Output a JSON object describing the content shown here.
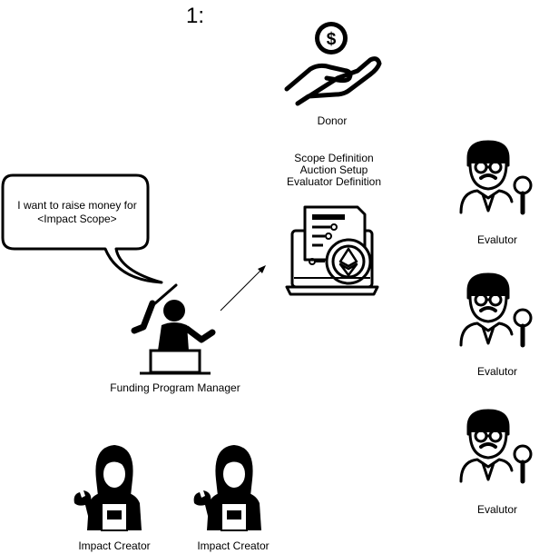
{
  "step_label": "1:",
  "donor": {
    "label": "Donor"
  },
  "smart_contract": {
    "lines": [
      "Scope Definition",
      "Auction Setup",
      "Evaluator Definition"
    ]
  },
  "speech_bubble": {
    "lines": [
      "I want to raise money for",
      "<Impact Scope>"
    ]
  },
  "manager": {
    "label": "Funding Program Manager"
  },
  "evaluators": [
    {
      "label": "Evalutor"
    },
    {
      "label": "Evalutor"
    },
    {
      "label": "Evalutor"
    }
  ],
  "impact_creators": [
    {
      "label": "Impact Creator"
    },
    {
      "label": "Impact Creator"
    }
  ],
  "icons": {
    "donor": "hand-holding-dollar-icon",
    "contract": "ethereum-contract-laptop-icon",
    "manager": "speaker-at-podium-icon",
    "evaluator": "evaluator-with-magnifier-icon",
    "creator": "woman-worker-with-wrench-icon"
  }
}
